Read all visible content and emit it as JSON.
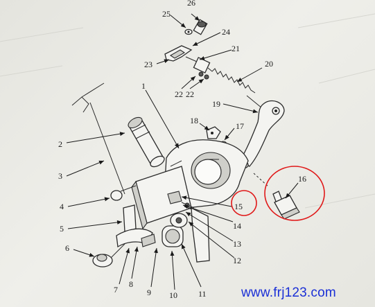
{
  "labels": {
    "l1": "1",
    "l2": "2",
    "l3": "3",
    "l4": "4",
    "l5": "5",
    "l6": "6",
    "l7": "7",
    "l8": "8",
    "l9": "9",
    "l10": "10",
    "l11": "11",
    "l12": "12",
    "l13": "13",
    "l14": "14",
    "l15": "15",
    "l16": "16",
    "l17": "17",
    "l18": "18",
    "l19": "19",
    "l20": "20",
    "l21": "21",
    "l22a": "22",
    "l22b": "22",
    "l23": "23",
    "l24": "24",
    "l25": "25",
    "l26": "26"
  },
  "watermark": "www.frj123.com",
  "colors": {
    "highlight": "#e01818",
    "watermark": "#1a2fd6",
    "ink": "#1a1a1a"
  }
}
